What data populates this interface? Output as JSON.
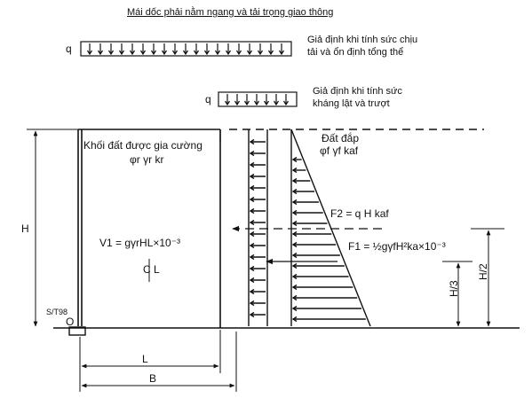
{
  "title": "Mái dốc phải nằm ngang và tải trọng giao thông",
  "surcharge_wide": {
    "symbol": "q",
    "note_line1": "Giả định khi tính sức chịu",
    "note_line2": "tải và ổn định tổng thể"
  },
  "surcharge_narrow": {
    "symbol": "q",
    "note_line1": "Giả định khi tính sức",
    "note_line2": "kháng lật và trượt"
  },
  "reinforced_block": {
    "label": "Khối đất được gia cường",
    "params": "φr γr kr",
    "weight": "V1 = gγrHL×10⁻³",
    "centerline": "C L"
  },
  "backfill": {
    "label": "Đất đắp",
    "params": "φf γf kaf"
  },
  "forces": {
    "F2": "F2 = q H kaf",
    "F1": "F1 = ½gγfH²ka×10⁻³"
  },
  "dimensions": {
    "H": "H",
    "H3": "H/3",
    "H2": "H/2",
    "L": "L",
    "B": "B",
    "origin": "O",
    "stamp": "S/T98"
  }
}
